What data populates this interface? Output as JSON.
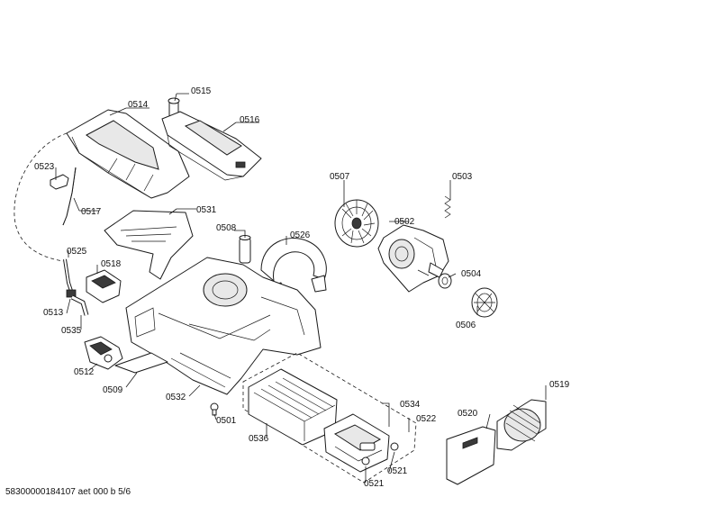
{
  "labels": {
    "p0514": "0514",
    "p0515": "0515",
    "p0516": "0516",
    "p0523": "0523",
    "p0517": "0517",
    "p0531": "0531",
    "p0507": "0507",
    "p0503": "0503",
    "p0508": "0508",
    "p0526": "0526",
    "p0502": "0502",
    "p0525": "0525",
    "p0518": "0518",
    "p0504": "0504",
    "p0513": "0513",
    "p0506": "0506",
    "p0535": "0535",
    "p0512": "0512",
    "p0509": "0509",
    "p0532": "0532",
    "p0534": "0534",
    "p0519": "0519",
    "p0520": "0520",
    "p0522": "0522",
    "p0501": "0501",
    "p0536": "0536",
    "p0521a": "0521",
    "p0521b": "0521"
  },
  "footer": "58300000184107 aet 000 b 5/6"
}
